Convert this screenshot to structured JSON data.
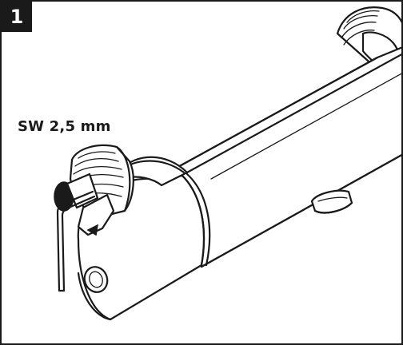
{
  "step": {
    "number": "1"
  },
  "tool": {
    "label": "SW 2,5 mm"
  },
  "icons": [
    "thermostatic-mixer-body",
    "hex-key",
    "grub-screw",
    "control-handle",
    "threaded-connector"
  ]
}
